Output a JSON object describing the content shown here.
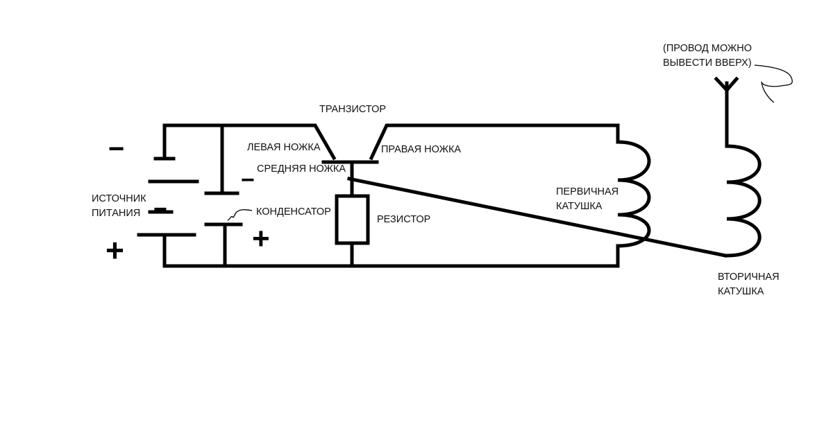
{
  "labels": {
    "antenna_note_line1": "(ПРОВОД МОЖНО",
    "antenna_note_line2": "ВЫВЕСТИ ВВЕРХ)",
    "transistor": "ТРАНЗИСТОР",
    "left_leg": "ЛЕВАЯ НОЖКА",
    "right_leg": "ПРАВАЯ НОЖКА",
    "middle_leg": "СРЕДНЯЯ НОЖКА",
    "power_source_line1": "ИСТОЧНИК",
    "power_source_line2": "ПИТАНИЯ",
    "capacitor": "КОНДЕНСАТОР",
    "resistor": "РЕЗИСТОР",
    "primary_coil_line1": "ПЕРВИЧНАЯ",
    "primary_coil_line2": "КАТУШКА",
    "secondary_coil_line1": "ВТОРИЧНАЯ",
    "secondary_coil_line2": "КАТУШКА"
  },
  "signs": {
    "battery_minus": "−",
    "battery_mid_minus": "−",
    "battery_plus": "+",
    "capacitor_minus": "−",
    "capacitor_plus": "+"
  }
}
